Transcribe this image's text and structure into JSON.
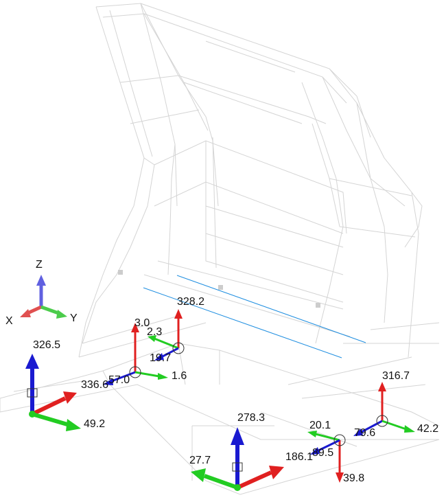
{
  "axis_triad": {
    "x_label": "X",
    "y_label": "Y",
    "z_label": "Z"
  },
  "colors": {
    "x_axis": "#e02020",
    "y_axis": "#22cc22",
    "z_axis": "#1a1ad0",
    "wireframe": "#d4d4d4",
    "guide_line": "#1e8ee0",
    "triad_x": "#e05050",
    "triad_y": "#4ccc4c",
    "triad_z": "#6060e0"
  },
  "load_labels": {
    "n1_z": "326.5",
    "n1_x": "336.6",
    "n1_y": "49.2",
    "n2_z": "3.0",
    "n2_x": "57.0",
    "n2_y": "1.6",
    "n3_z": "328.2",
    "n3_y": "2.3",
    "n3_x": "19.7",
    "n4_z": "278.3",
    "n4_y": "27.7",
    "n4_x": "186.1",
    "n5_y": "20.1",
    "n5_x": "89.5",
    "n5_zd": "39.8",
    "n6_z": "316.7",
    "n6_x": "79.6",
    "n6_y": "42.2"
  }
}
